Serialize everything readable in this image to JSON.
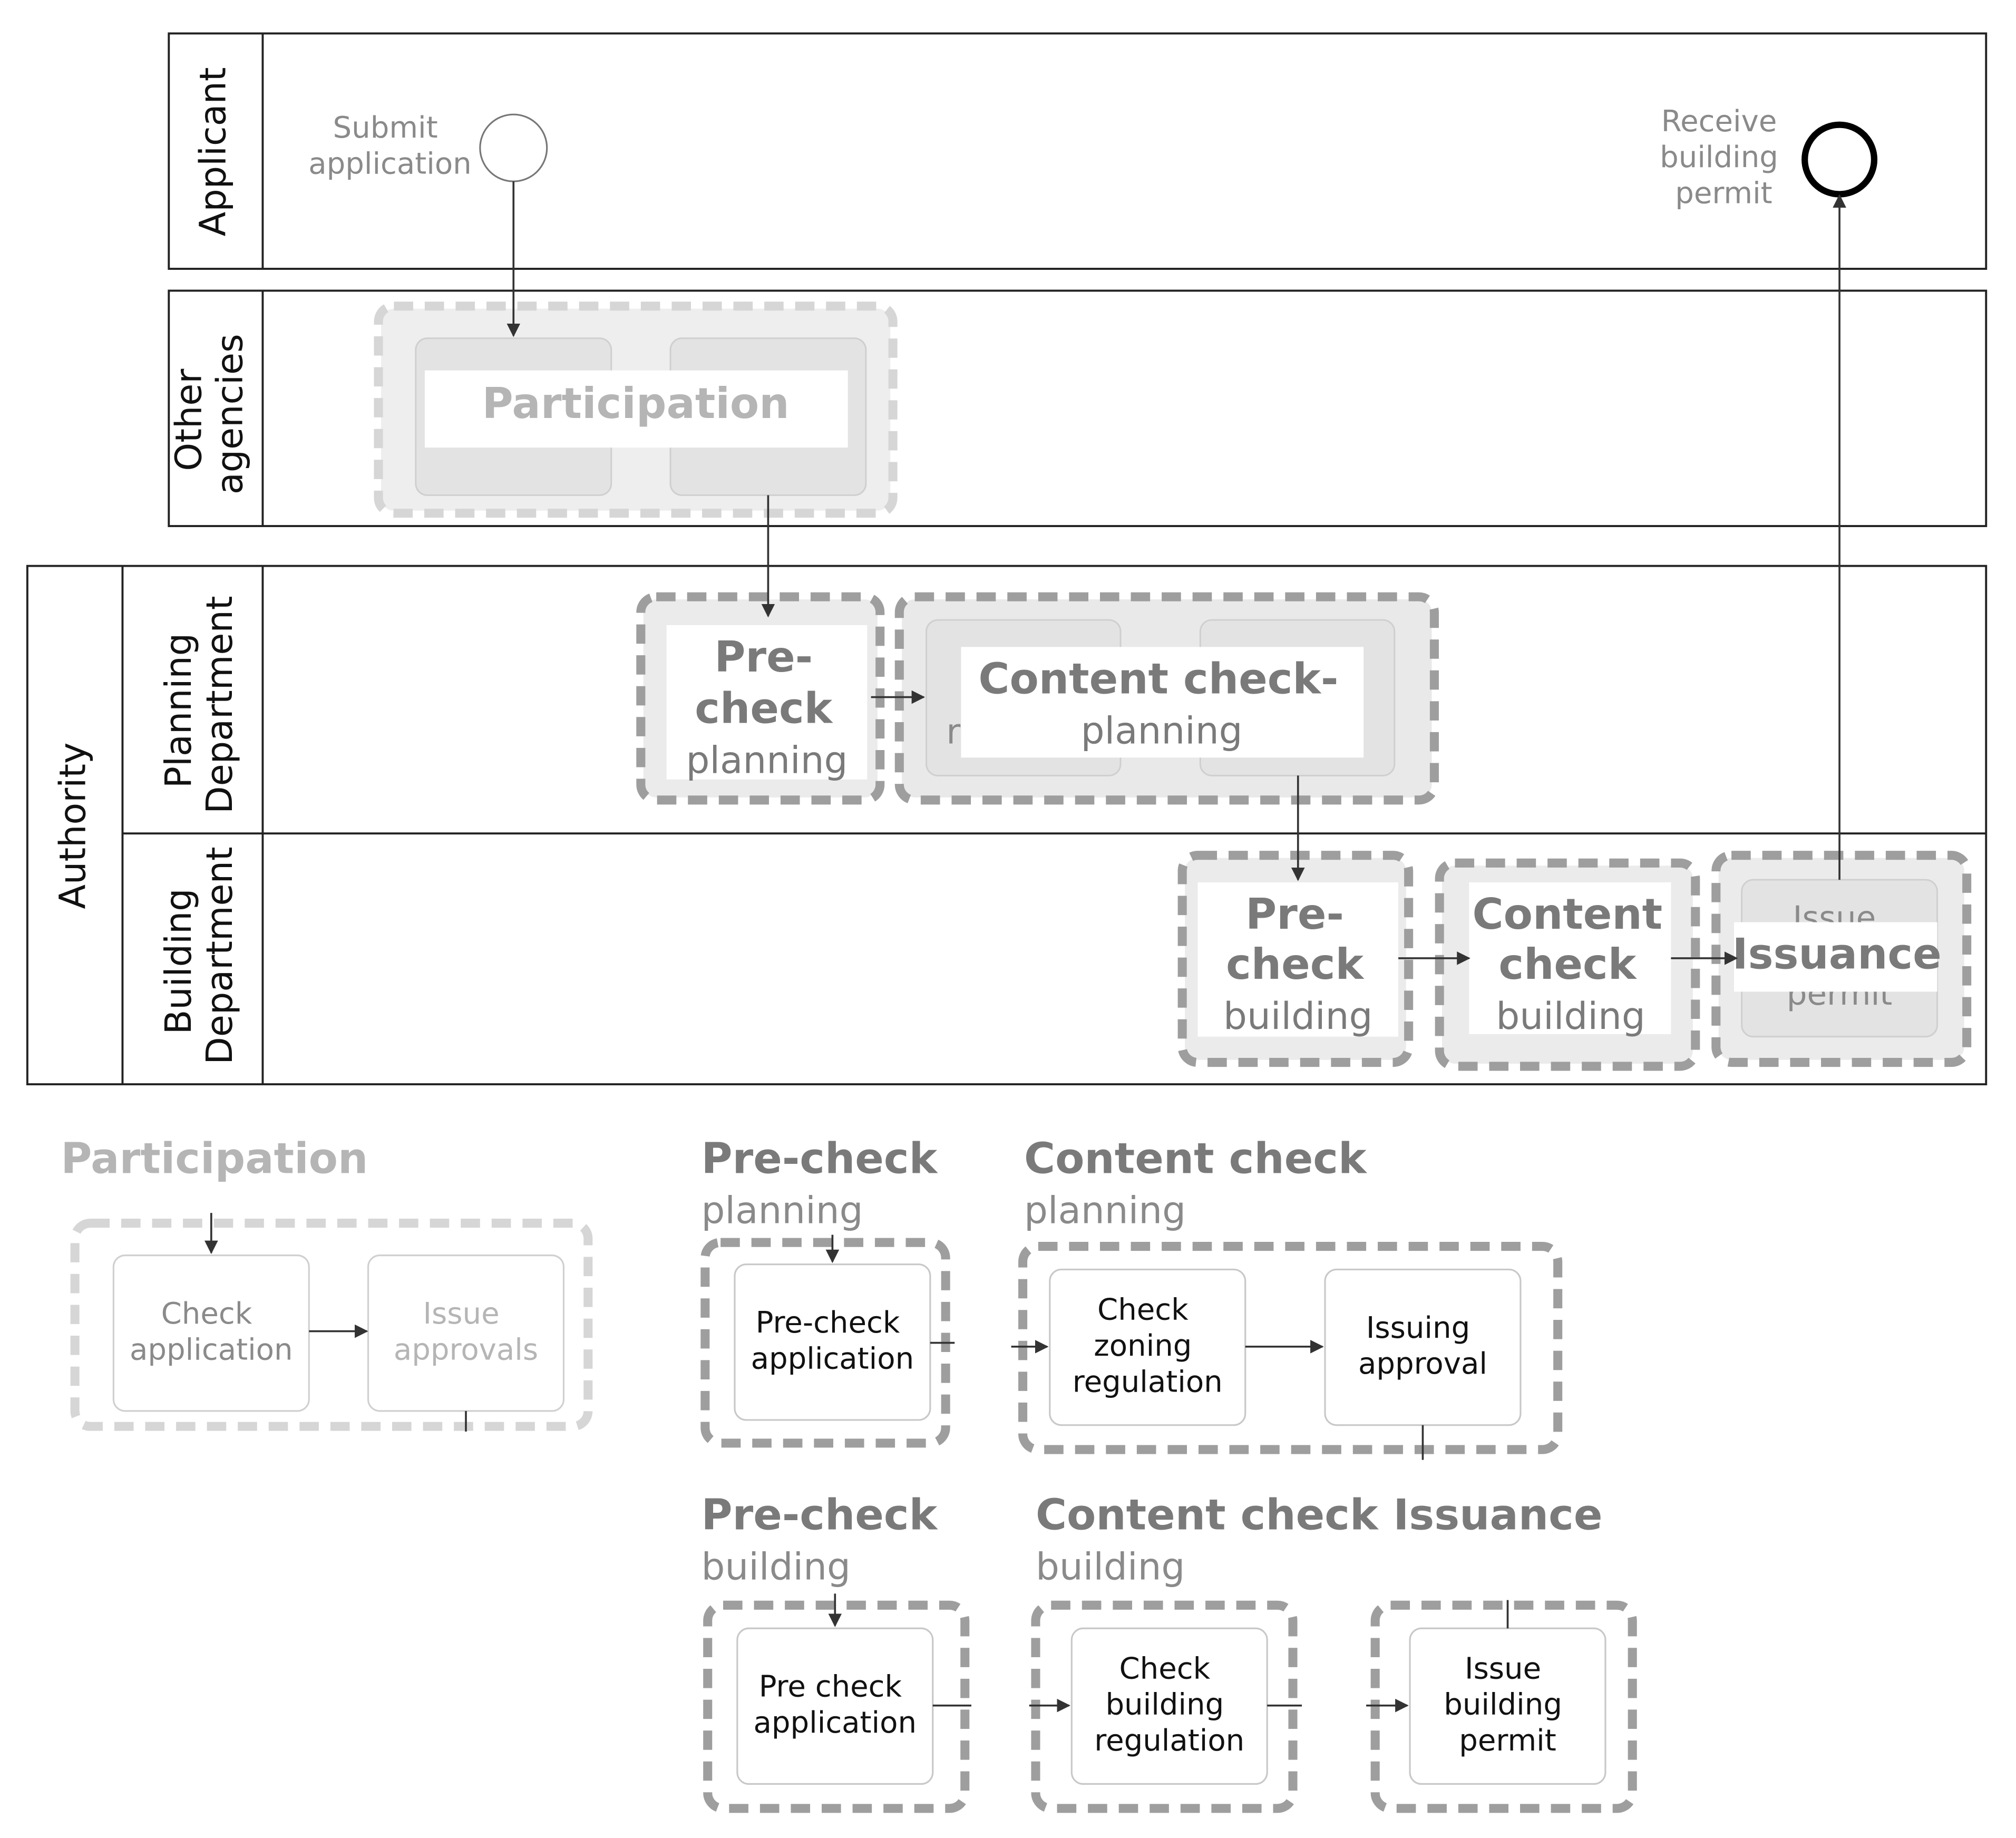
{
  "colors": {
    "lane_border": "#222222",
    "line": "#333333",
    "dark_text": "#7a7a7a",
    "light_text": "#b5b5b5",
    "event_text": "#8a8a8a",
    "task_text": "#111111",
    "group_dark": "#9e9e9e",
    "group_light": "#d6d6d6",
    "fill_gray": "#e3e3e3",
    "task_border": "#c8c8c8"
  },
  "pool": {
    "authority": "Authority"
  },
  "lanes": {
    "applicant": "Applicant",
    "other_agencies": [
      "Other",
      "agencies"
    ],
    "planning": [
      "Planning",
      "Department"
    ],
    "building": [
      "Building",
      "Department"
    ]
  },
  "events": {
    "start": [
      "Submit",
      "application"
    ],
    "end": [
      "Receive",
      "building",
      "permit"
    ]
  },
  "main": {
    "participation": "Participation",
    "precheck_planning": [
      "Pre-",
      "check",
      "planning"
    ],
    "content_planning": [
      "Content check-",
      "planning"
    ],
    "content_planning_peek": "r",
    "precheck_building": [
      "Pre-",
      "check",
      "building"
    ],
    "content_building": [
      "Content",
      "check",
      "building"
    ],
    "issuance": "Issuance",
    "issuance_peek": [
      "Issue",
      "permit"
    ]
  },
  "details": {
    "participation": {
      "title": "Participation",
      "tasks": [
        [
          "Check",
          "application"
        ],
        [
          "Issue",
          "approvals"
        ]
      ]
    },
    "precheck_planning": {
      "title": "Pre-check",
      "subtitle": "planning",
      "tasks": [
        [
          "Pre-check",
          "application"
        ]
      ]
    },
    "content_planning": {
      "title": "Content check",
      "subtitle": "planning",
      "tasks": [
        [
          "Check",
          "zoning",
          "regulation"
        ],
        [
          "Issuing",
          "approval"
        ]
      ]
    },
    "precheck_building": {
      "title": "Pre-check",
      "subtitle": "building",
      "tasks": [
        [
          "Pre check",
          "application"
        ]
      ]
    },
    "content_building": {
      "title": "Content check",
      "subtitle": "building",
      "tasks": [
        [
          "Check",
          "building",
          "regulation"
        ]
      ]
    },
    "issuance": {
      "title": "Issuance",
      "tasks": [
        [
          "Issue",
          "building",
          "permit"
        ]
      ]
    }
  }
}
